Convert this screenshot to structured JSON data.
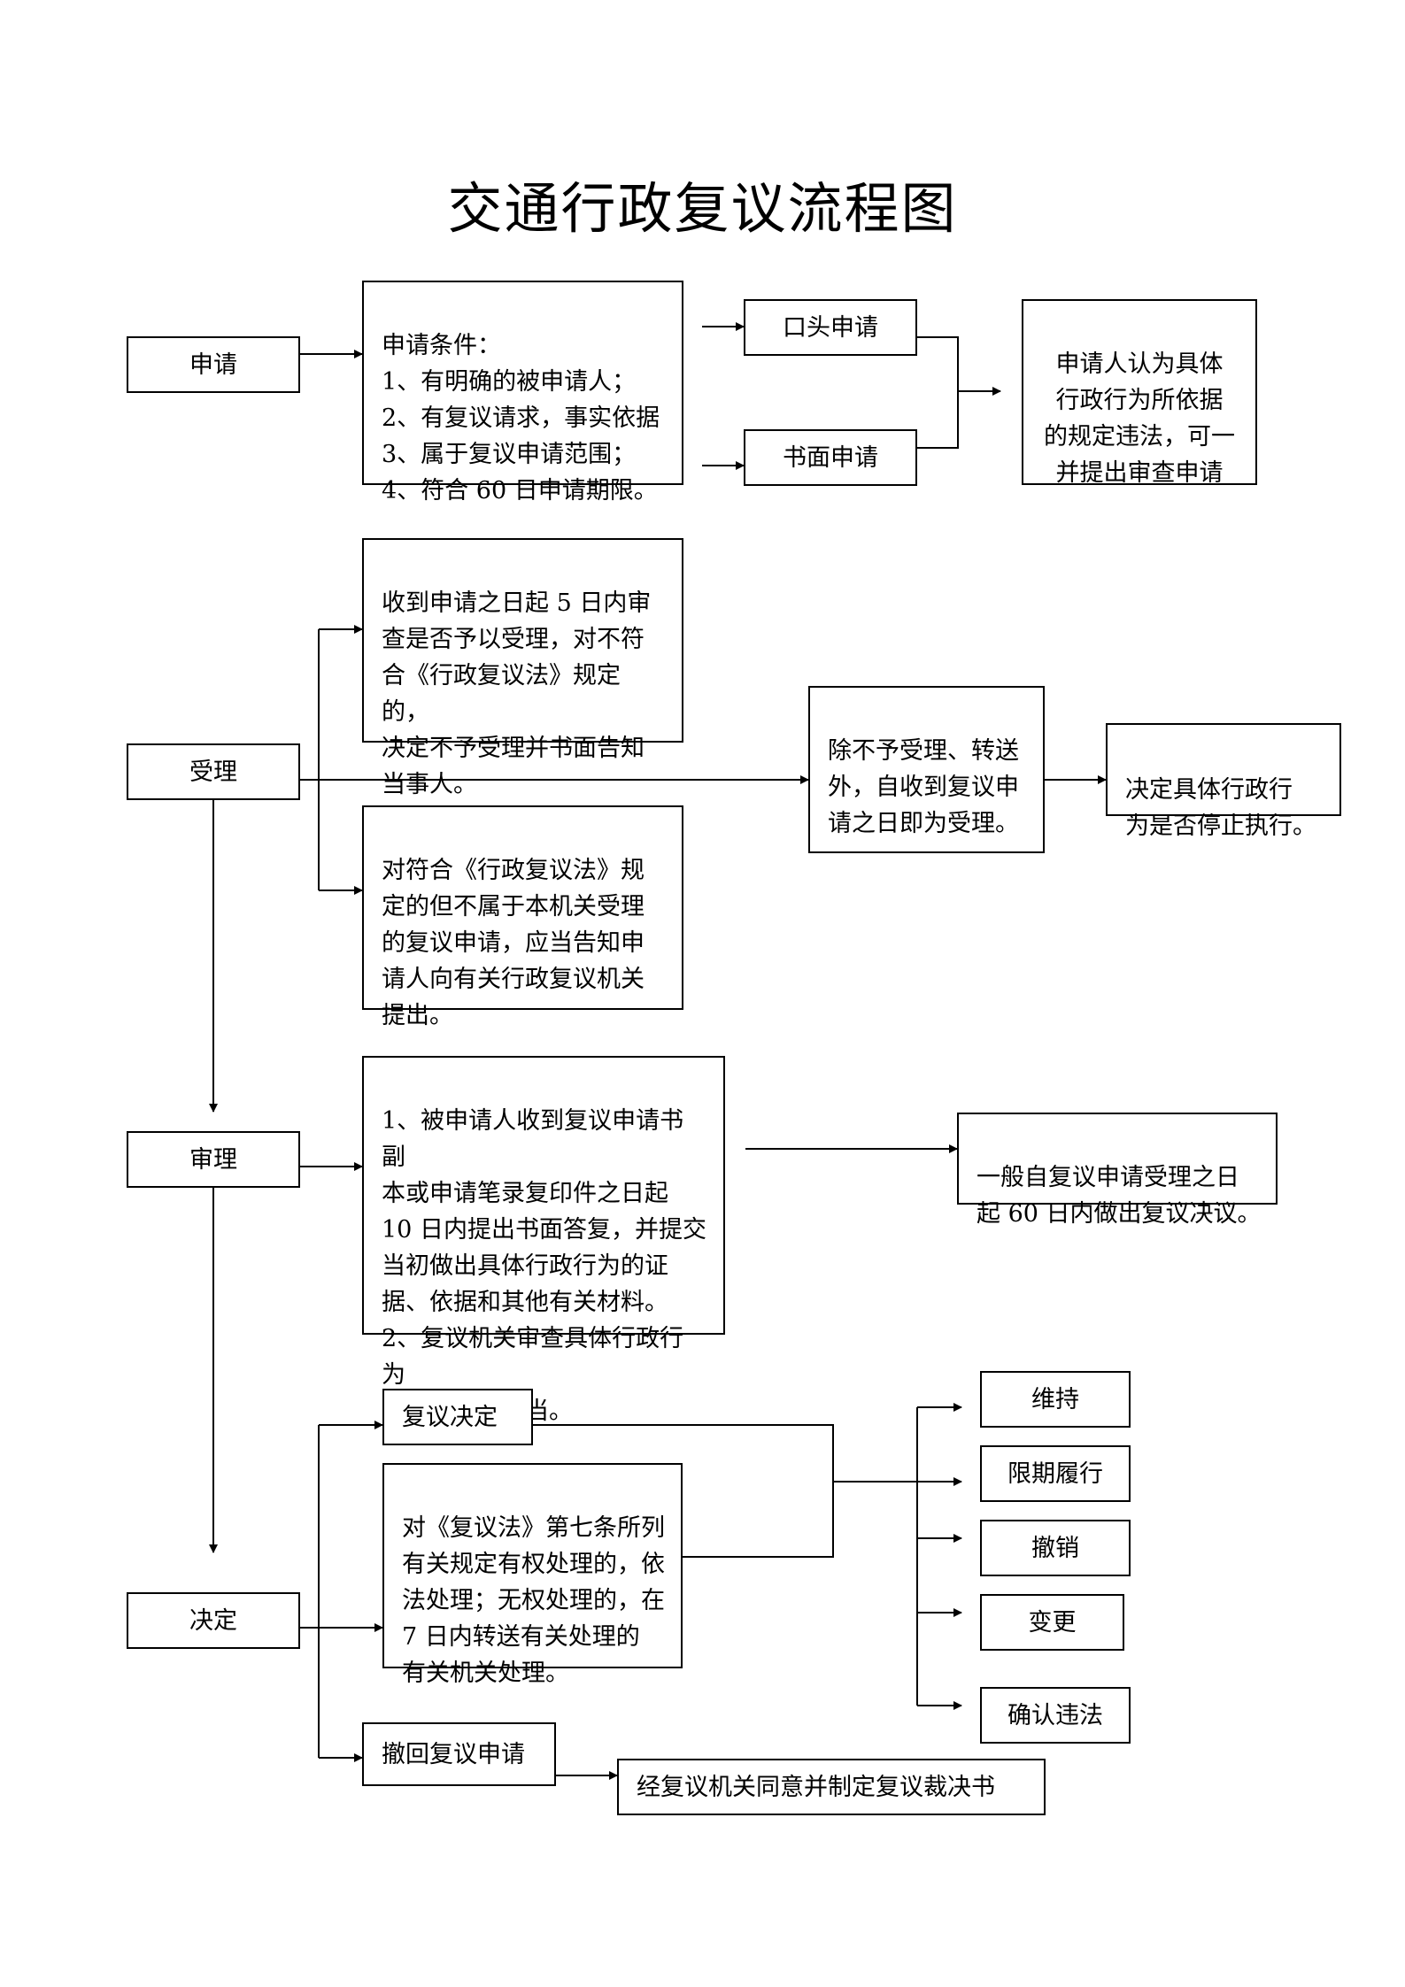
{
  "title": "交通行政复议流程图",
  "stages": {
    "apply": "申请",
    "accept": "受理",
    "review": "审理",
    "decide": "决定"
  },
  "apply": {
    "conditions": "申请条件：\n1、有明确的被申请人；\n2、有复议请求，事实依据\n3、属于复议申请范围；\n4、符合 60 日申请期限。",
    "oral": "口头申请",
    "written": "书面申请",
    "note": "申请人认为具体\n行政行为所依据\n的规定违法，可一\n并提出审查申请"
  },
  "accept": {
    "five_day": "收到申请之日起 5 日内审\n查是否予以受理，对不符\n合《行政复议法》规定的，\n决定不予受理并书面告知\n当事人。",
    "refer": "对符合《行政复议法》规\n定的但不属于本机关受理\n的复议申请，应当告知申\n请人向有关行政复议机关\n提出。",
    "deemed": "除不予受理、转送\n外，自收到复议申\n请之日即为受理。",
    "suspend": "决定具体行政行\n为是否停止执行。"
  },
  "review": {
    "steps": "1、被申请人收到复议申请书副\n本或申请笔录复印件之日起\n10 日内提出书面答复，并提交\n当初做出具体行政行为的证\n据、依据和其他有关材料。\n2、复议机关审查具体行政行为\n是否合法、适当。",
    "deadline": "一般自复议申请受理之日\n起 60 日内做出复议决议。"
  },
  "decide": {
    "decision": "复议决定",
    "article7": "对《复议法》第七条所列\n有关规定有权处理的，依\n法处理；无权处理的，在\n7 日内转送有关处理的\n有关机关处理。",
    "withdraw": "撤回复议申请",
    "ruling": "经复议机关同意并制定复议裁决书",
    "outcomes": [
      "维持",
      "限期履行",
      "撤销",
      "变更",
      "确认违法"
    ]
  }
}
